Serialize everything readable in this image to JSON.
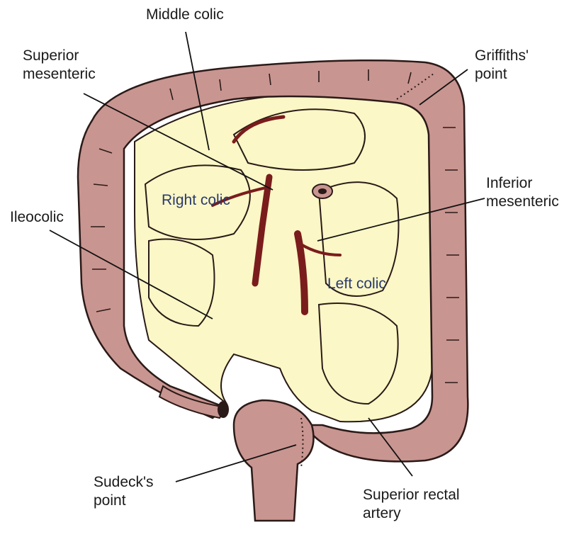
{
  "colors": {
    "colon": "#c99590",
    "colon_outline": "#2a1a18",
    "mesentery": "#fbf7c6",
    "artery": "#7a1c1c",
    "leader": "#111111",
    "inside_label": "#2a3a6e"
  },
  "labels": {
    "middle_colic": "Middle colic",
    "superior_mesenteric": "Superior\nmesenteric",
    "griffiths_point": "Griffiths'\npoint",
    "inferior_mesenteric": "Inferior\nmesenteric",
    "ileocolic": "Ileocolic",
    "right_colic": "Right colic",
    "left_colic": "Left colic",
    "sudecks_point": "Sudeck's\npoint",
    "superior_rectal_artery": "Superior rectal\nartery"
  }
}
